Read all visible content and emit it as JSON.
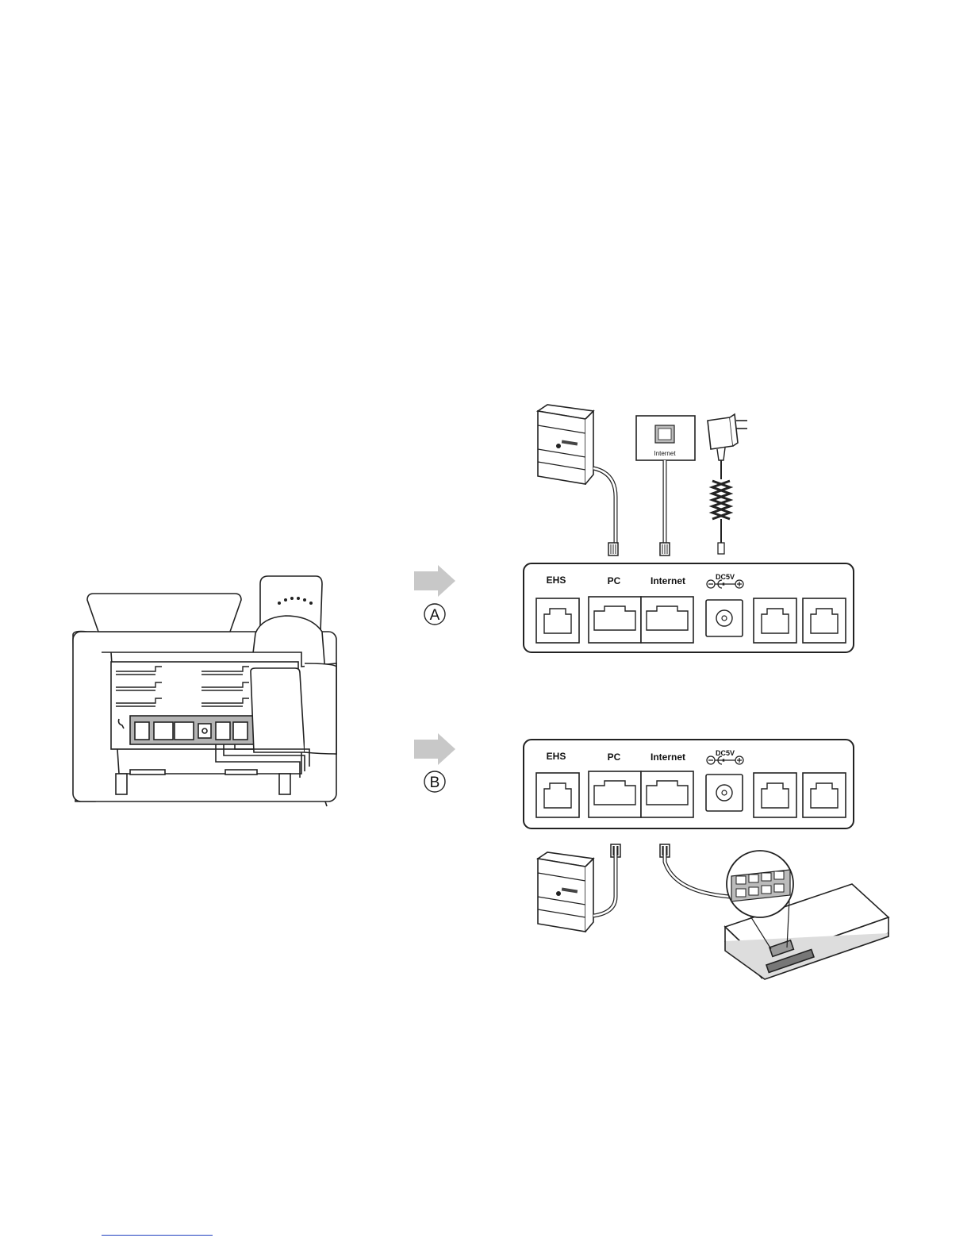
{
  "panel_a": {
    "marker": "A",
    "ports": {
      "ehs": "EHS",
      "pc": "PC",
      "internet": "Internet",
      "power": "DC5V"
    },
    "wall_jack_label": "Internet"
  },
  "panel_b": {
    "marker": "B",
    "ports": {
      "ehs": "EHS",
      "pc": "PC",
      "internet": "Internet",
      "power": "DC5V"
    }
  },
  "colors": {
    "stroke": "#222222",
    "arrow": "#c8c8c8",
    "panel_fill": "#ffffff",
    "port_fill": "#ffffff",
    "footer_rule": "#1f3fbf"
  }
}
